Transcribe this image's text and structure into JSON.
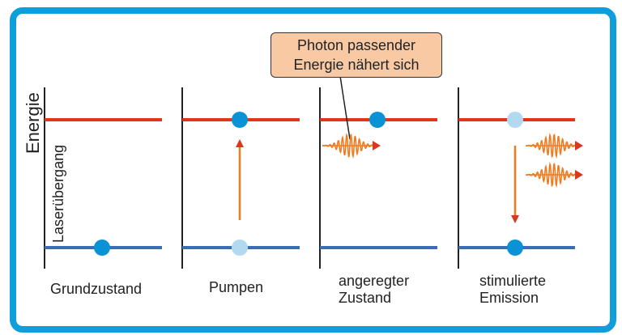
{
  "colors": {
    "frame": "#109ddb",
    "upper_level": "#e2331b",
    "lower_level": "#3a6db5",
    "electron": "#0a92d6",
    "electron_faded": "#b3d9f1",
    "arrow": "#f07a1f",
    "photon": "#f07a1f",
    "photon_arrowhead": "#d9381e",
    "callout_fill": "#f9c9a4"
  },
  "axis": {
    "energy_label": "Energie",
    "transition_label": "Laserübergang"
  },
  "callout": {
    "line1": "Photon passender",
    "line2": "Energie nähert sich"
  },
  "panels": [
    {
      "id": "grundzustand",
      "label_line1": "Grundzustand",
      "label_line2": ""
    },
    {
      "id": "pumpen",
      "label_line1": "Pumpen",
      "label_line2": ""
    },
    {
      "id": "angeregter-zustand",
      "label_line1": "angeregter",
      "label_line2": "Zustand"
    },
    {
      "id": "stimulierte-emission",
      "label_line1": "stimulierte",
      "label_line2": "Emission"
    }
  ]
}
